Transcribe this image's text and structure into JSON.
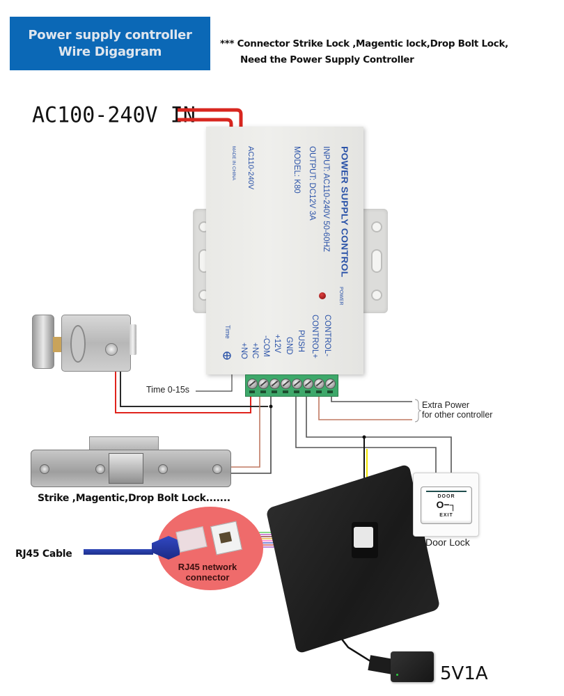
{
  "header": {
    "title_line1": "Power supply controller",
    "title_line2": "Wire Digagram",
    "note_line1": "*** Connector Strike Lock ,Magentic lock,Drop Bolt  Lock,",
    "note_line2": "Need the Power Supply Controller",
    "title_bg": "#0b68b6"
  },
  "ac_input": {
    "label": "AC100-240V  IN",
    "wire_color": "#d8261f"
  },
  "power_supply": {
    "title": "POWER SUPPLY CONTROL",
    "input": "INPUT: AC110-240V  50-60HZ",
    "output": "OUTPUT: DC12V  3A",
    "model": "MODEL: K80",
    "ac_range": "AC110-240V",
    "made_in": "MADE IN CHINA",
    "power_led_label": "POWER",
    "time_label": "Time",
    "text_color": "#2a52a8",
    "terminals": [
      "+NO",
      "+NC",
      "-COM",
      "+12V",
      "GND",
      "PUSH",
      "CONTROL+",
      "CONTROL-"
    ]
  },
  "labels": {
    "time": "Time 0-15s",
    "extra_power_line1": "Extra Power",
    "extra_power_line2": "for other controller",
    "strike": "Strike ,Magentic,Drop Bolt  Lock.......",
    "rj45_cable": "RJ45 Cable",
    "rj45_connector_line1": "RJ45 network",
    "rj45_connector_line2": "connector",
    "door_lock": "Door Lock",
    "adapter": "5V1A"
  },
  "exit_button": {
    "top": "DOOR",
    "icon": "key-icon",
    "key_glyph": "O−┐",
    "bottom": "EXIT"
  },
  "wire_colors": {
    "red": "#e0231c",
    "black": "#2a2a2a",
    "brown": "#c07860",
    "yellow": "#f2e600",
    "gray": "#555555"
  }
}
